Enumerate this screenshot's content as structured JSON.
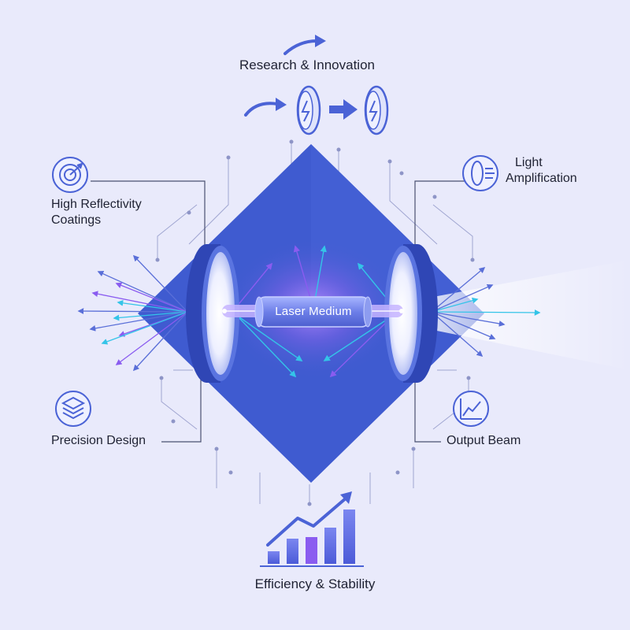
{
  "labels": {
    "research": "Research & Innovation",
    "reflectivity": [
      "High Reflectivity",
      "Coatings"
    ],
    "amplification": [
      "Light",
      "Amplification"
    ],
    "precision": "Precision Design",
    "output": "Output Beam",
    "efficiency": "Efficiency & Stability",
    "medium": "Laser Medium"
  },
  "icons": {
    "research": [
      "curved-arrow-icon",
      "mirror-lens-icon",
      "arrow-right-icon"
    ],
    "reflectivity": "target-icon",
    "amplification": "lens-icon",
    "precision": "layers-icon",
    "output": "line-chart-icon",
    "efficiency": "bar-chart-icon"
  },
  "colors": {
    "background": "#e9eafb",
    "diamond": "#3f5bd0",
    "mirror": "#2f46b5",
    "accent_violet": "#8a5cf0",
    "accent_cyan": "#34c4e8",
    "line": "#8e95c7",
    "text": "#1f2233"
  }
}
